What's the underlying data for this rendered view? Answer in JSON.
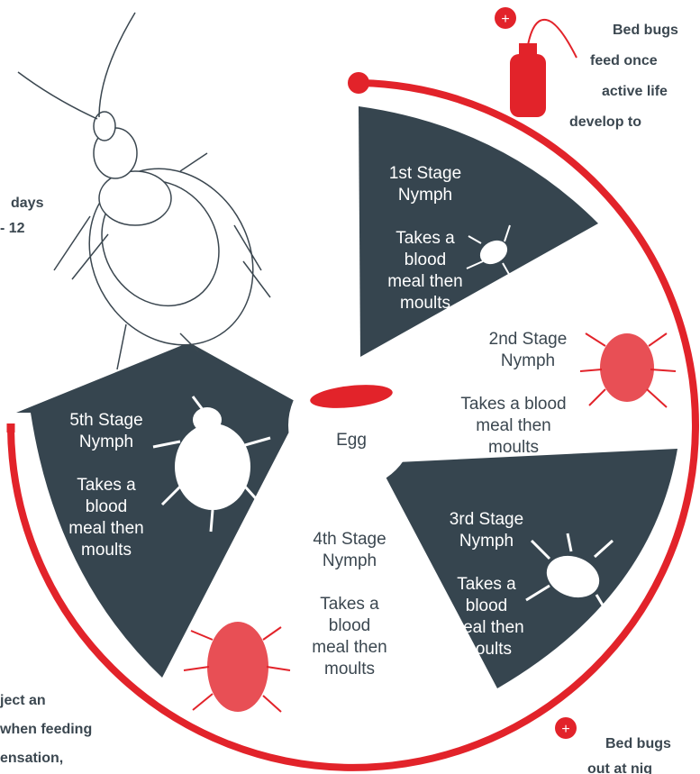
{
  "center_label": "Egg",
  "stages": [
    {
      "title": [
        "1st Stage",
        "Nymph"
      ],
      "desc": [
        "Takes a",
        "blood",
        "meal then",
        "moults"
      ]
    },
    {
      "title": [
        "2nd Stage",
        "Nymph"
      ],
      "desc": [
        "Takes a blood",
        "meal then",
        "moults"
      ]
    },
    {
      "title": [
        "3rd Stage",
        "Nymph"
      ],
      "desc": [
        "Takes a",
        "blood",
        "meal then",
        "moults"
      ]
    },
    {
      "title": [
        "4th Stage",
        "Nymph"
      ],
      "desc": [
        "Takes a",
        "blood",
        "meal then",
        "moults"
      ]
    },
    {
      "title": [
        "5th Stage",
        "Nymph"
      ],
      "desc": [
        "Takes a",
        "blood",
        "meal then",
        "moults"
      ]
    }
  ],
  "notes": {
    "top_right": [
      "Bed bugs",
      "feed once",
      "active life",
      "develop to"
    ],
    "left_middle": [
      "days",
      "-  12"
    ],
    "bottom_left": [
      "ject an",
      "when feeding",
      "ensation,"
    ],
    "bottom_right": [
      "Bed bugs",
      "out at nig"
    ]
  },
  "colors": {
    "dark": "#36454f",
    "red": "#e2232a",
    "text": "#3b4750"
  }
}
